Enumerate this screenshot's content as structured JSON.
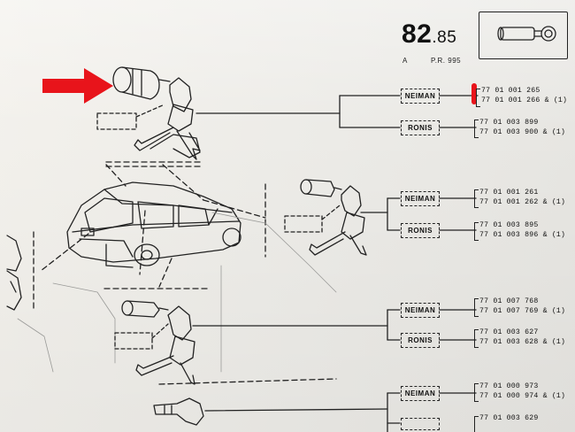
{
  "header": {
    "code_major": "82",
    "code_minor": ".85",
    "variant": "A",
    "pr_ref": "P.R. 995"
  },
  "groups": [
    {
      "brands": [
        {
          "name": "NEIMAN",
          "parts": [
            "77 01 001 265",
            "77 01 001 266 & (1)"
          ]
        },
        {
          "name": "RONIS",
          "parts": [
            "77 01 003 899",
            "77 01 003 900 & (1)"
          ]
        }
      ]
    },
    {
      "brands": [
        {
          "name": "NEIMAN",
          "parts": [
            "77 01 001 261",
            "77 01 001 262 & (1)"
          ]
        },
        {
          "name": "RONIS",
          "parts": [
            "77 01 003 895",
            "77 01 003 896 & (1)"
          ]
        }
      ]
    },
    {
      "brands": [
        {
          "name": "NEIMAN",
          "parts": [
            "77 01 007 768",
            "77 01 007 769 & (1)"
          ]
        },
        {
          "name": "RONIS",
          "parts": [
            "77 01 003 627",
            "77 01 003 628 & (1)"
          ]
        }
      ]
    },
    {
      "brands": [
        {
          "name": "NEIMAN",
          "parts": [
            "77 01 000 973",
            "77 01 000 974 & (1)"
          ]
        },
        {
          "name": "",
          "parts": [
            "77 01 003 629"
          ]
        }
      ]
    }
  ],
  "colors": {
    "highlight": "#e8141b",
    "ink": "#222222",
    "paper": "#efeeea"
  }
}
